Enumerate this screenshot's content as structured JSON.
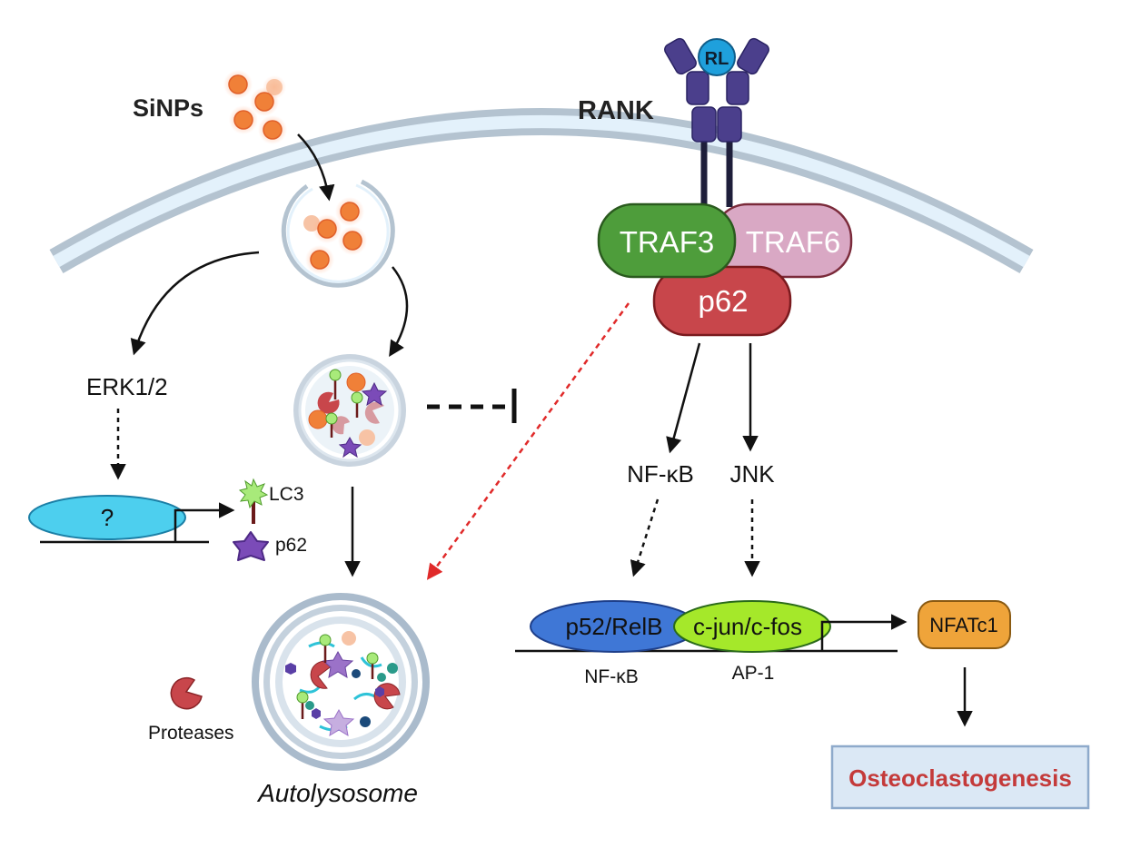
{
  "labels": {
    "sinps": "SiNPs",
    "rank": "RANK",
    "rl": "RL",
    "traf3": "TRAF3",
    "traf6": "TRAF6",
    "p62_complex": "p62",
    "erk": "ERK1/2",
    "unknown_tf": "?",
    "lc3": "LC3",
    "p62_legend": "p62",
    "proteases": "Proteases",
    "autolysosome": "Autolysosome",
    "nfkb_path": "NF-κB",
    "jnk_path": "JNK",
    "p52relb": "p52/RelB",
    "cjun": "c-jun/c-fos",
    "nfkb_site": "NF-κB",
    "ap1_site": "AP-1",
    "nfatc1": "NFATc1",
    "outcome": "Osteoclastogenesis"
  },
  "colors": {
    "membrane": "#b4c3d0",
    "membrane_inner": "#e3f1fb",
    "traf3": "#4e9d3b",
    "traf6": "#d9a8c4",
    "p62": "#c8464b",
    "rank_receptor": "#4b3f8c",
    "rl": "#1fa0dc",
    "nanoparticle": "#f08038",
    "unknown_tf": "#4dcfee",
    "p52relb": "#3f77d6",
    "cjun": "#a5e82a",
    "nfatc1": "#efa43a",
    "outcome_text": "#c43a3a",
    "outcome_box": "#dbe8f5",
    "inhibit_arrow": "#e02a2a"
  }
}
